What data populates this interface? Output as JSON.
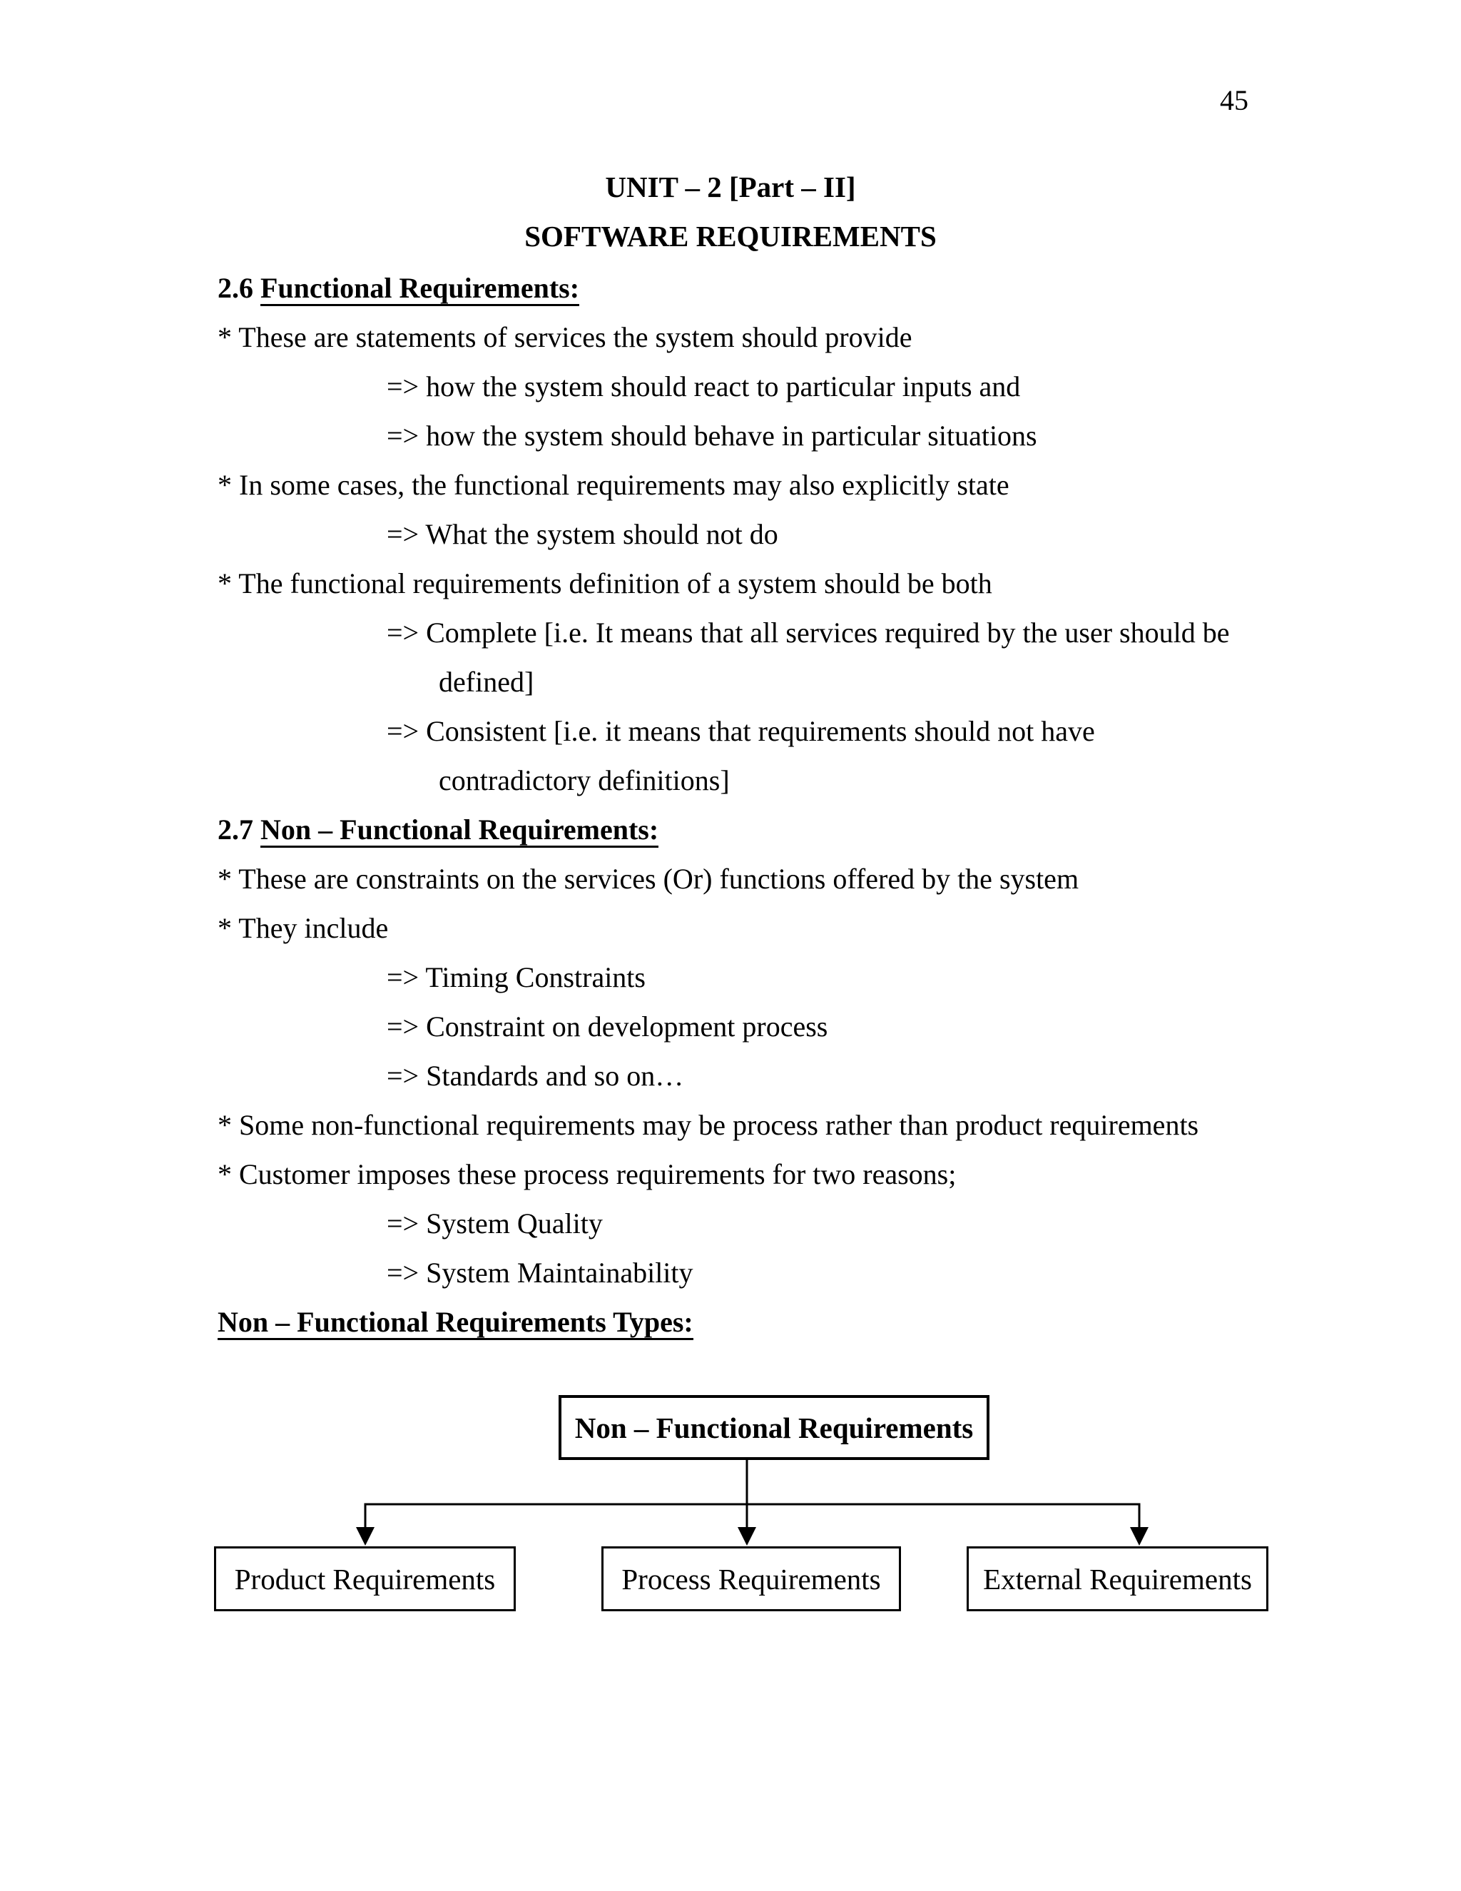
{
  "page": {
    "number": "45",
    "background_color": "#ffffff",
    "text_color": "#000000"
  },
  "titles": {
    "line1": "UNIT – 2 [Part – II]",
    "line2": "SOFTWARE REQUIREMENTS"
  },
  "content": {
    "lines": [
      {
        "kind": "heading",
        "num": "2.6 ",
        "text": "Functional Requirements:"
      },
      {
        "kind": "body",
        "text": "* These are statements of services the system should provide"
      },
      {
        "kind": "arrow",
        "text": "=> how the system should react to particular inputs and"
      },
      {
        "kind": "arrow",
        "text": "=> how the system should behave in particular situations"
      },
      {
        "kind": "body",
        "text": "* In some cases, the functional requirements may also explicitly state"
      },
      {
        "kind": "arrow",
        "text": "=> What the system should not do"
      },
      {
        "kind": "body",
        "text": "* The functional requirements definition of a system should be both"
      },
      {
        "kind": "arrow",
        "text": "=> Complete [i.e. It means that all services required by the user should be"
      },
      {
        "kind": "cont",
        "text": "defined]"
      },
      {
        "kind": "arrow",
        "text": "=> Consistent [i.e. it means that requirements should not have"
      },
      {
        "kind": "cont",
        "text": "contradictory definitions]"
      },
      {
        "kind": "heading",
        "num": "2.7 ",
        "text": "Non – Functional Requirements:"
      },
      {
        "kind": "body",
        "text": "* These are constraints on the services (Or) functions offered by the system"
      },
      {
        "kind": "body",
        "text": "* They include"
      },
      {
        "kind": "arrow",
        "text": "=> Timing Constraints"
      },
      {
        "kind": "arrow",
        "text": "=> Constraint on development process"
      },
      {
        "kind": "arrow",
        "text": "=> Standards and so on…"
      },
      {
        "kind": "body",
        "text": "* Some non-functional requirements may be process rather than product requirements"
      },
      {
        "kind": "body",
        "text": "* Customer imposes these process requirements for two reasons;"
      },
      {
        "kind": "arrow",
        "text": "=> System Quality"
      },
      {
        "kind": "arrow",
        "text": "=> System Maintainability"
      },
      {
        "kind": "heading-underline",
        "text": "Non – Functional Requirements Types:"
      }
    ]
  },
  "diagram": {
    "root_label": "Non – Functional Requirements",
    "children": [
      "Product Requirements",
      "Process Requirements",
      "External Requirements"
    ],
    "line_color": "#000000"
  }
}
